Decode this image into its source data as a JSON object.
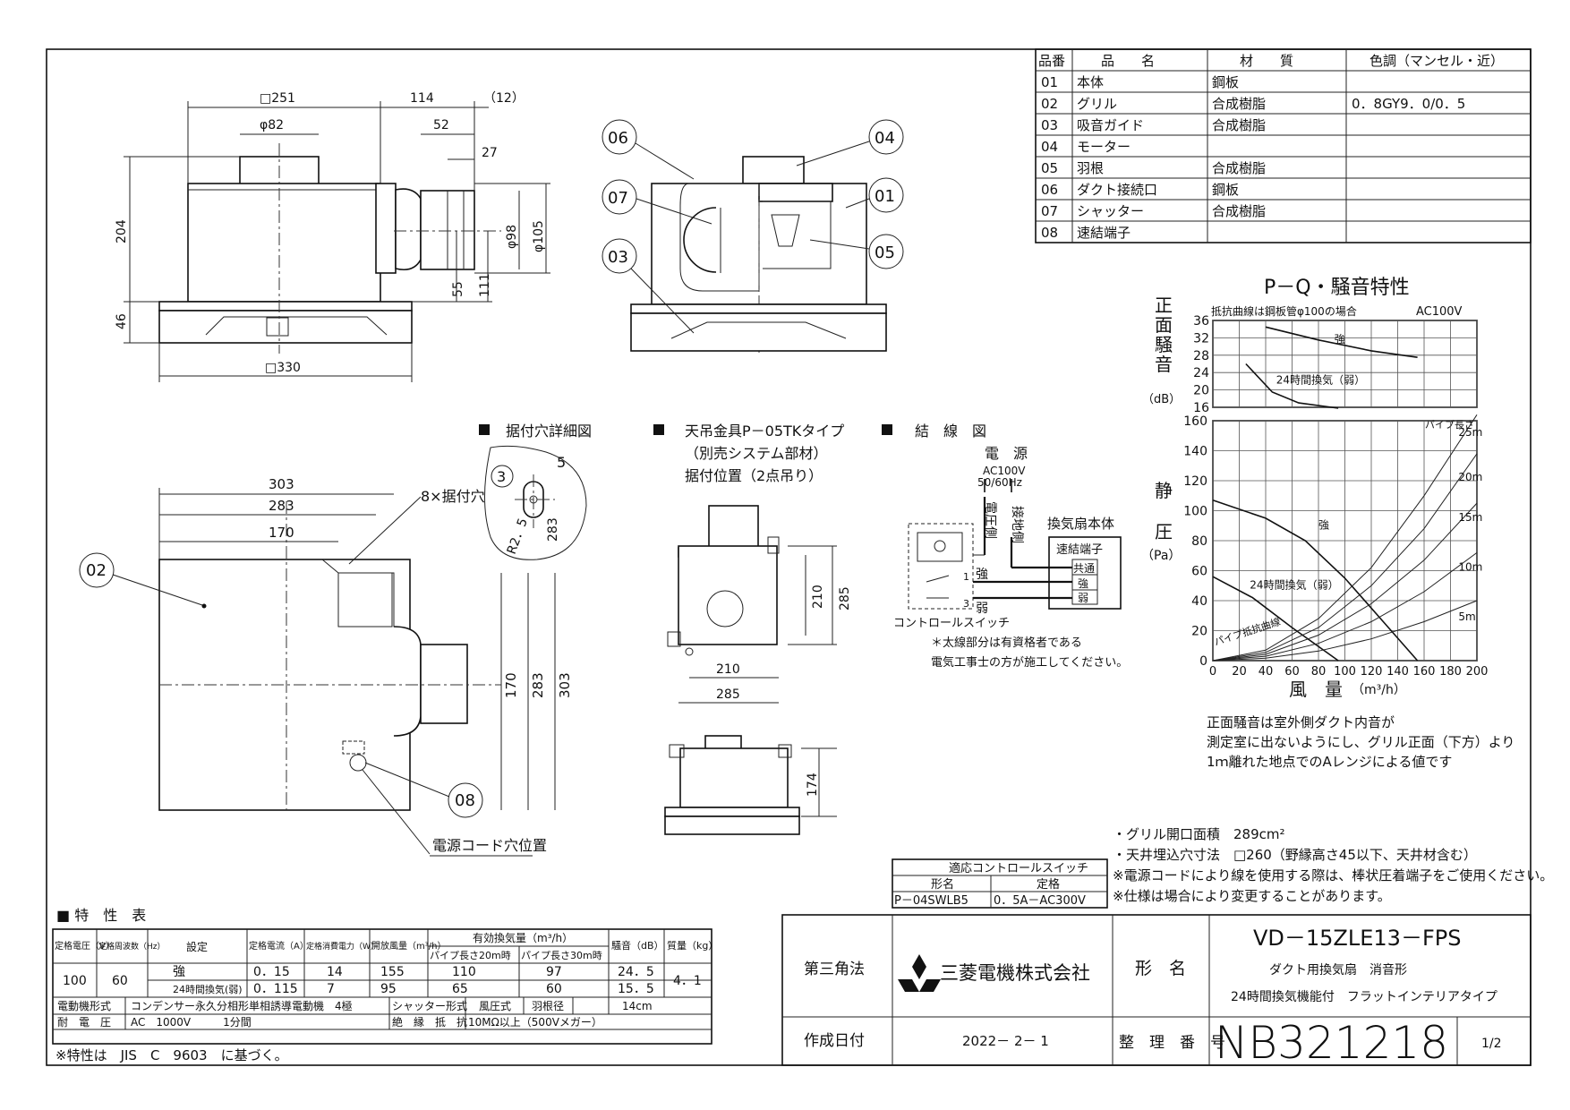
{
  "parts_table": {
    "headers": [
      "品番",
      "品　　名",
      "材　　質",
      "色調（マンセル・近）"
    ],
    "rows": [
      [
        "01",
        "本体",
        "鋼板",
        ""
      ],
      [
        "02",
        "グリル",
        "合成樹脂",
        "0．8GY9．0/0．5"
      ],
      [
        "03",
        "吸音ガイド",
        "合成樹脂",
        ""
      ],
      [
        "04",
        "モーター",
        "",
        ""
      ],
      [
        "05",
        "羽根",
        "合成樹脂",
        ""
      ],
      [
        "06",
        "ダクト接続口",
        "鋼板",
        ""
      ],
      [
        "07",
        "シャッター",
        "合成樹脂",
        ""
      ],
      [
        "08",
        "速結端子",
        "",
        ""
      ]
    ]
  },
  "front_view": {
    "dims": {
      "square_251": "□251",
      "d114": "114",
      "d12": "（12）",
      "phi82": "φ82",
      "d52": "52",
      "d27": "27",
      "h204": "204",
      "phi98": "φ98",
      "phi105": "φ105",
      "d55": "55",
      "d111": "111",
      "h46": "46",
      "square_330": "□330"
    }
  },
  "section_view": {
    "callouts": [
      "06",
      "07",
      "03",
      "04",
      "01",
      "05"
    ]
  },
  "mount_detail": {
    "title": "据付穴詳細図",
    "d3": "3",
    "d5": "5",
    "r25": "R2．5",
    "d283": "283"
  },
  "bottom_view": {
    "d303": "303",
    "d283": "283",
    "d170": "170",
    "holes": "8×据付穴",
    "callout_02": "02",
    "callout_08": "08",
    "cord_label": "電源コード穴位置",
    "v170": "170",
    "v283": "283",
    "v303": "303"
  },
  "hanger": {
    "title": "天吊金具P－05TKタイプ",
    "subtitle": "（別売システム部材）",
    "subtitle2": "据付位置（2点吊り）",
    "v210": "210",
    "v285": "285",
    "h210": "210",
    "h285": "285",
    "v174": "174"
  },
  "wiring": {
    "title": "結　線　図",
    "power": "電　源",
    "ac": "AC100V",
    "hz": "50/60Hz",
    "voltage_side": "電圧側",
    "ground_side": "接地側",
    "unit_label": "換気扇本体",
    "terminal_label": "速結端子",
    "t_common": "共通",
    "t_strong": "強",
    "t_weak": "弱",
    "sw_strong": "強",
    "sw_weak": "弱",
    "n1": "1",
    "n3": "3",
    "switch_label": "コントロールスイッチ",
    "note1": "＊太線部分は有資格者である",
    "note2": "電気工事士の方が施工してください。"
  },
  "pq_chart": {
    "title": "P－Q・騒音特性",
    "note": "抵抗曲線は鋼板管φ100の場合",
    "ac": "AC100V",
    "noise_label": "正面騒音",
    "noise_unit": "（dB）",
    "pressure_label": "静　圧",
    "pressure_unit": "（Pa）",
    "x_label": "風　量",
    "x_unit": "（m³/h）",
    "pipe_label": "パイプ長さ",
    "curve_strong": "強",
    "curve_weak": "24時間換気（弱）",
    "resistance_label": "パイプ抵抗曲線",
    "pipe_tags": [
      "25m",
      "20m",
      "15m",
      "10m",
      "5m"
    ],
    "remark1": "正面騒音は室外側ダクト内音が",
    "remark2": "測定室に出ないようにし、グリル正面（下方）より",
    "remark3": "1ｍ離れた地点でのAレンジによる値です"
  },
  "chart_data": [
    {
      "type": "line",
      "title": "P－Q・騒音特性",
      "xlabel": "風　量（m³/h）",
      "ylabel": "正面騒音（dB）",
      "xlim": [
        0,
        200
      ],
      "ylim": [
        16,
        36
      ],
      "yticks": [
        16,
        20,
        24,
        28,
        32,
        36
      ],
      "series": [
        {
          "name": "強",
          "x": [
            40,
            80,
            120,
            155
          ],
          "y": [
            34.5,
            31.5,
            29.0,
            27.5
          ]
        },
        {
          "name": "24時間換気（弱）",
          "x": [
            25,
            45,
            65,
            95
          ],
          "y": [
            26.0,
            19.5,
            17.0,
            15.8
          ]
        }
      ]
    },
    {
      "type": "line",
      "xlabel": "風　量（m³/h）",
      "ylabel": "静　圧（Pa）",
      "xlim": [
        0,
        200
      ],
      "ylim": [
        0,
        160
      ],
      "xticks": [
        0,
        20,
        40,
        60,
        80,
        100,
        120,
        140,
        160,
        180,
        200
      ],
      "yticks": [
        0,
        20,
        40,
        60,
        80,
        100,
        120,
        140,
        160
      ],
      "series": [
        {
          "name": "強",
          "x": [
            0,
            40,
            70,
            100,
            130,
            155
          ],
          "y": [
            107,
            95,
            80,
            55,
            25,
            0
          ]
        },
        {
          "name": "24時間換気（弱）",
          "x": [
            0,
            30,
            60,
            95
          ],
          "y": [
            56,
            42,
            22,
            0
          ]
        },
        {
          "name": "25m",
          "x": [
            0,
            40,
            80,
            120,
            160,
            200
          ],
          "y": [
            0,
            7,
            28,
            62,
            110,
            168
          ]
        },
        {
          "name": "20m",
          "x": [
            0,
            40,
            80,
            120,
            160,
            200
          ],
          "y": [
            0,
            5.5,
            22,
            50,
            88,
            138
          ]
        },
        {
          "name": "15m",
          "x": [
            0,
            40,
            80,
            120,
            160,
            200
          ],
          "y": [
            0,
            4.2,
            17,
            38,
            67,
            105
          ]
        },
        {
          "name": "10m",
          "x": [
            0,
            40,
            80,
            120,
            160,
            200
          ],
          "y": [
            0,
            2.9,
            11.5,
            26,
            46,
            72
          ]
        },
        {
          "name": "5m",
          "x": [
            0,
            40,
            80,
            120,
            160,
            200
          ],
          "y": [
            0,
            1.6,
            6.4,
            14.5,
            26,
            40
          ]
        }
      ]
    }
  ],
  "notes": {
    "n1": "・グリル開口面積　289cm²",
    "n2": "・天井埋込穴寸法　□260（野縁高さ45以下、天井材含む）",
    "n3": "※電源コードにより線を使用する際は、棒状圧着端子をご使用ください。",
    "n4": "※仕様は場合により変更することがあります。"
  },
  "switch_table": {
    "title": "適応コントロールスイッチ",
    "h_model": "形名",
    "h_rating": "定格",
    "model": "P－04SWLB5",
    "rating": "0．5A－AC300V"
  },
  "spec": {
    "title": "■ 特　性　表",
    "headers": [
      "定格電圧（V）",
      "定格周波数（Hz）",
      "設定",
      "定格電流（A）",
      "定格消費電力（W）",
      "開放風量（m³/h）",
      "パイプ長さ20m時",
      "パイプ長さ30m時",
      "騒音（dB）",
      "質量（kg）"
    ],
    "eff_header": "有効換気量（m³/h）",
    "voltage": "100",
    "freq": "60",
    "mass": "4．1",
    "rows": [
      [
        "強",
        "0．15",
        "14",
        "155",
        "110",
        "97",
        "24．5"
      ],
      [
        "24時間換気(弱)",
        "0．115",
        "7",
        "95",
        "65",
        "60",
        "15．5"
      ]
    ],
    "motor_label": "電動機形式",
    "motor_value": "コンデンサー永久分相形単相誘導電動機　4極",
    "shutter_label": "シャッター形式",
    "shutter_value": "風圧式",
    "blade_label": "羽根径",
    "blade_value": "14cm",
    "withstand_label": "耐　電　圧",
    "withstand_value": "AC　1000V　　　1分間",
    "insul_label": "絶　縁　抵　抗",
    "insul_value": "10MΩ以上（500Vメガー）",
    "footnote": "※特性は　JIS　C　9603　に基づく。"
  },
  "title_block": {
    "projection": "第三角法",
    "company": "三菱電機株式会社",
    "model_label": "形　名",
    "model": "VD－15ZLE13－FPS",
    "desc1": "ダクト用換気扇　消音形",
    "desc2": "24時間換気機能付　フラットインテリアタイプ",
    "date_label": "作成日付",
    "date": "2022－ 2－ 1",
    "number_label": "整　理　番　号",
    "number": "NB321218",
    "page": "1/2",
    "logo_color": "#111111"
  }
}
